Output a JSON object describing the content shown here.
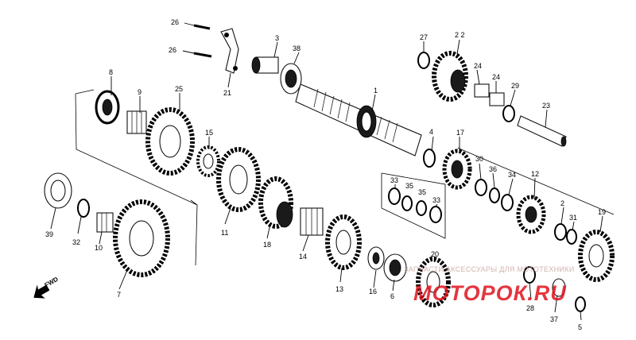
{
  "callouts": {
    "p1": "1",
    "p2": "2",
    "p3": "3",
    "p4": "4",
    "p5": "5",
    "p6": "6",
    "p7": "7",
    "p8": "8",
    "p9": "9",
    "p10": "10",
    "p11": "11",
    "p12": "12",
    "p13": "13",
    "p14": "14",
    "p15": "15",
    "p16": "16",
    "p17": "17",
    "p18": "18",
    "p19": "19",
    "p20": "20",
    "p21": "21",
    "p22": "2 2",
    "p23": "23",
    "p24a": "24",
    "p24b": "24",
    "p25": "25",
    "p26a": "26",
    "p26b": "26",
    "p27": "27",
    "p28": "28",
    "p29": "29",
    "p30": "30",
    "p31": "31",
    "p32": "32",
    "p33a": "33",
    "p33b": "33",
    "p34": "34",
    "p35a": "35",
    "p35b": "35",
    "p36": "36",
    "p37": "37",
    "p38": "38",
    "p39": "39"
  },
  "direction_label": "FWD",
  "watermark": {
    "caption": "ЗАПЧАСТИ АКСЕССУАРЫ ДЛЯ МОТОТЕХНИКИ",
    "logo": "МОТОРОК.RU"
  },
  "colors": {
    "ink": "#000000",
    "watermark_red": "#e0141e",
    "watermark_gray": "#c9a6a0"
  }
}
